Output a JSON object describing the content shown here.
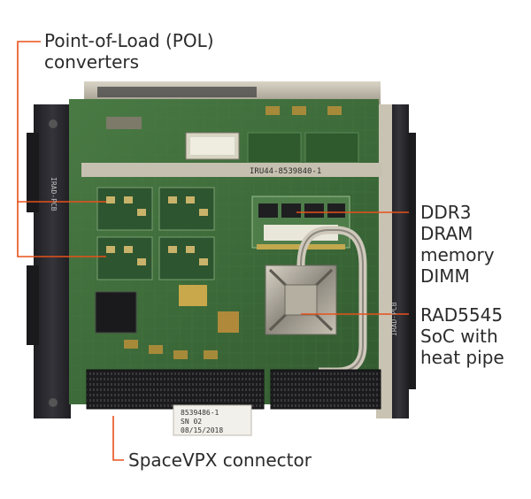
{
  "labels": {
    "pol": [
      "Point-of-Load (POL)",
      "converters"
    ],
    "ddr3": [
      "DDR3",
      "DRAM",
      "memory",
      "DIMM"
    ],
    "rad": [
      "RAD5545",
      "SoC with",
      "heat pipe"
    ],
    "spacevpx": [
      "SpaceVPX connector"
    ]
  },
  "board_markings": {
    "serial_strip": "IRU44-8539840-1",
    "tag_line1": "8539486-1",
    "tag_line2": "SN 02",
    "tag_line3": "08/15/2018",
    "left_rail": "IRAD-PCB",
    "right_rail": "IRAD-PCB"
  },
  "colors": {
    "callout_line": "#e8501a",
    "text": "#2b2b2b",
    "pcb": "#3d6b3a",
    "pcb_dark": "#2c4f2a",
    "rail": "#2a2a2e",
    "metal": "#b9b4a6"
  }
}
